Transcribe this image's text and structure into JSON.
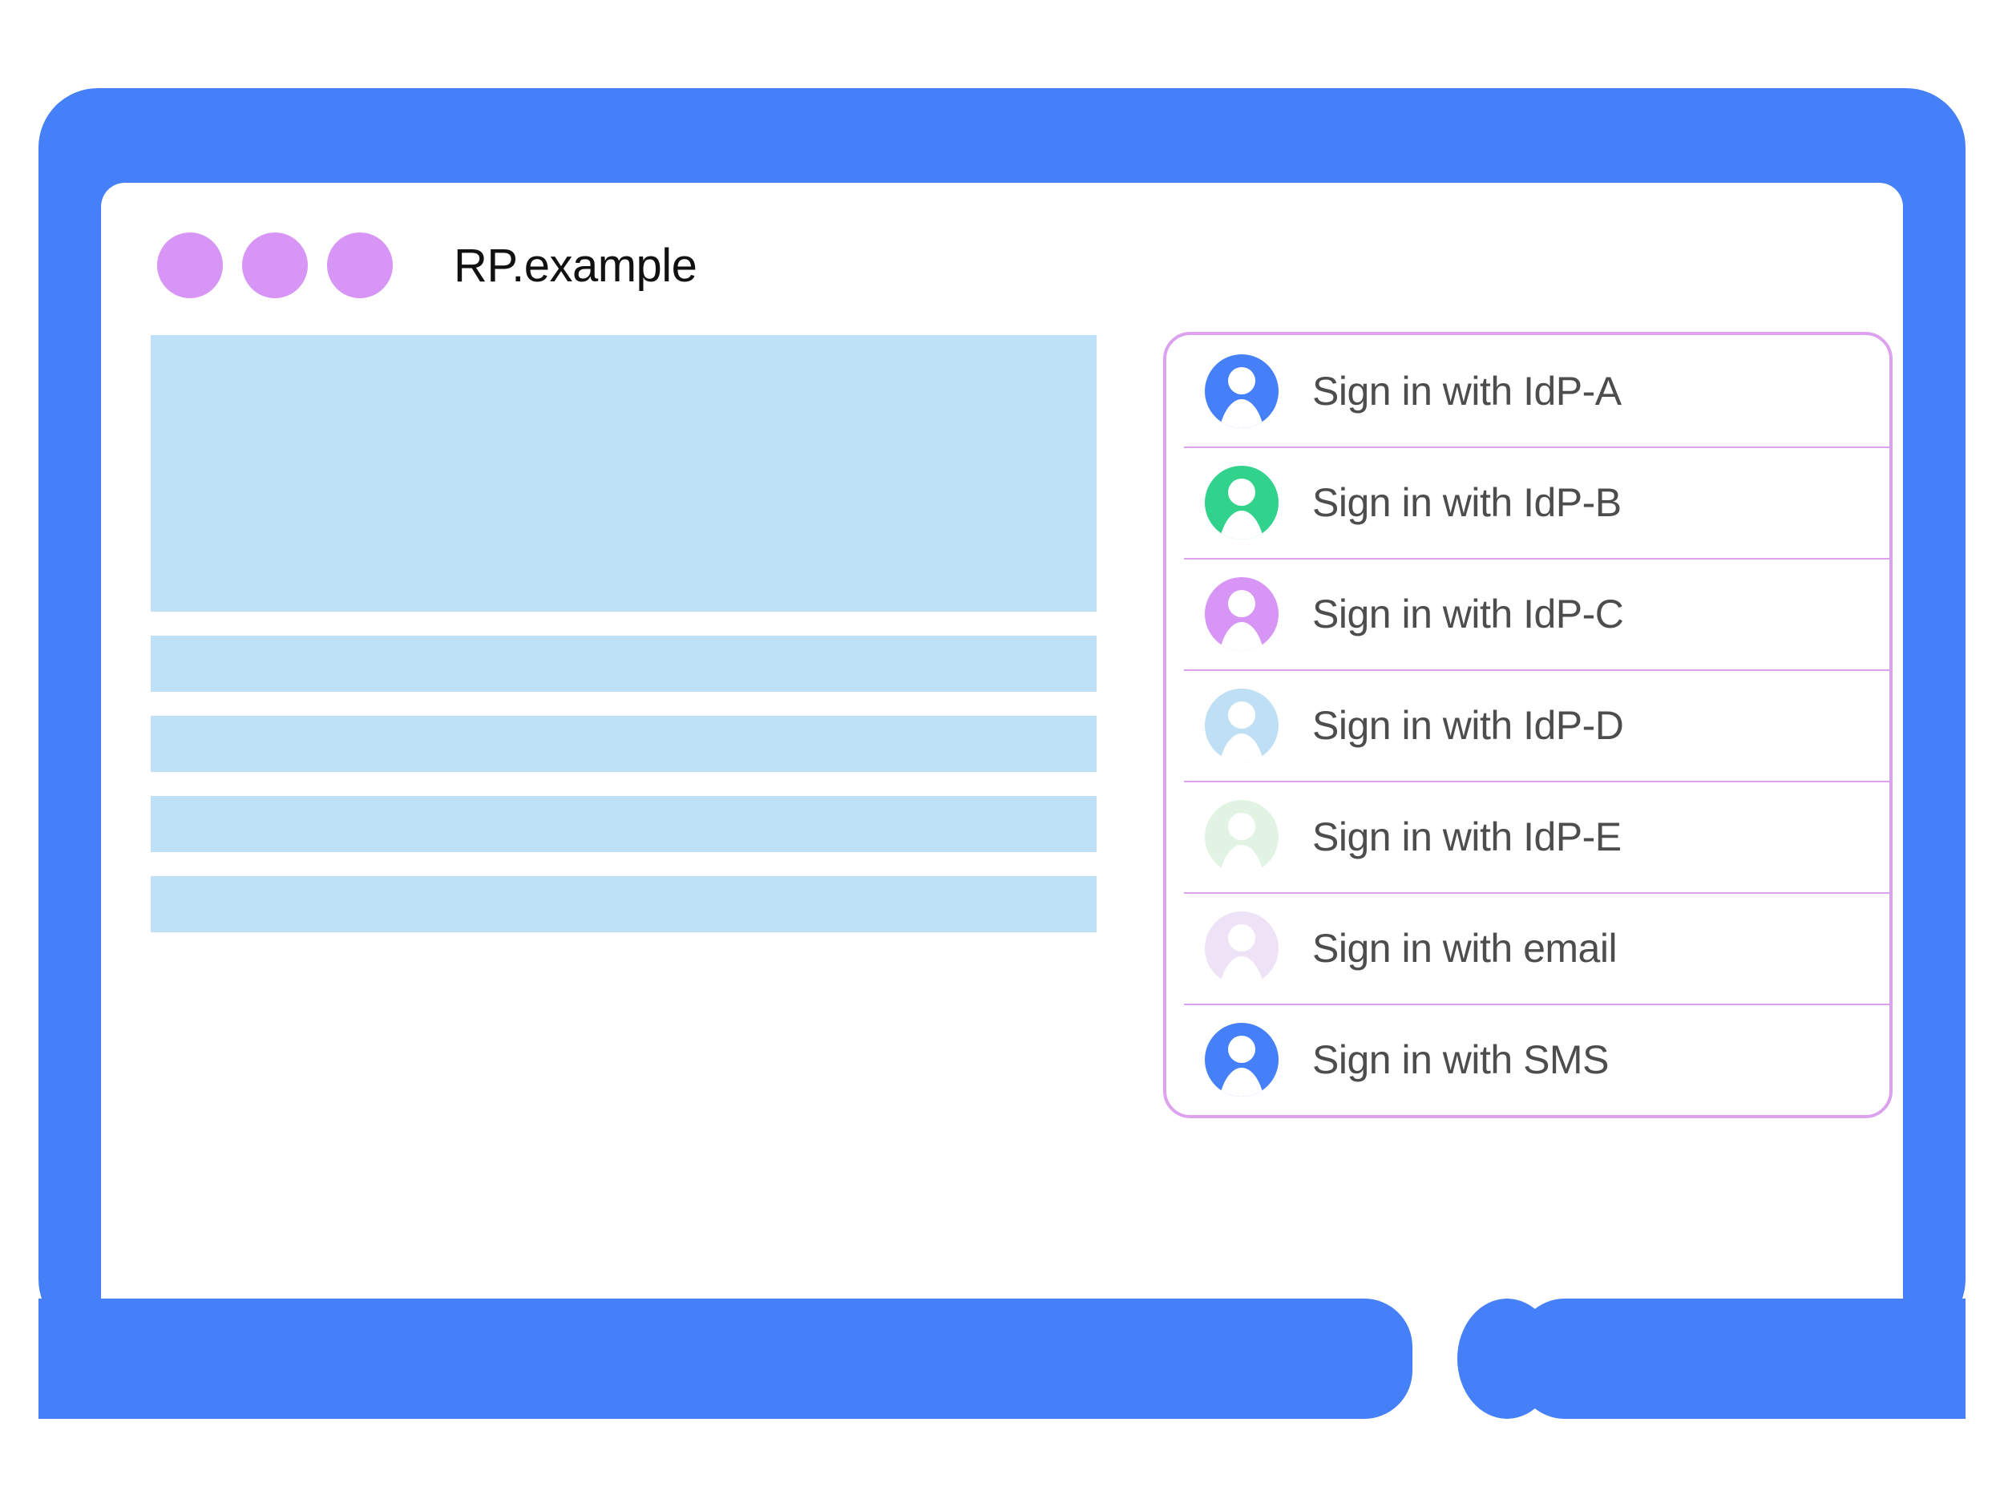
{
  "browser": {
    "site_title": "RP.example",
    "window_dots": [
      "dot-1",
      "dot-2",
      "dot-3"
    ],
    "dot_color": "#d795f5"
  },
  "device": {
    "frame_color": "#4580f8",
    "screen_background": "#ffffff",
    "home_button_name": "home-button"
  },
  "content": {
    "placeholder_color": "#bfe1f7",
    "blocks": [
      {
        "name": "hero-placeholder-block",
        "kind": "hero"
      },
      {
        "name": "text-placeholder-bar-1",
        "kind": "bar"
      },
      {
        "name": "text-placeholder-bar-2",
        "kind": "bar"
      },
      {
        "name": "text-placeholder-bar-3",
        "kind": "bar"
      },
      {
        "name": "text-placeholder-bar-4",
        "kind": "bar"
      }
    ]
  },
  "signin_panel": {
    "border_color": "#dca2ef",
    "divider_color": "#dca2ef",
    "label_color": "#4d4d4d",
    "items": [
      {
        "label": "Sign in with IdP-A",
        "icon": "account-avatar-icon",
        "avatar_color": "#4580f8"
      },
      {
        "label": "Sign in with IdP-B",
        "icon": "account-avatar-icon",
        "avatar_color": "#31d28b"
      },
      {
        "label": "Sign in with IdP-C",
        "icon": "account-avatar-icon",
        "avatar_color": "#d795f5"
      },
      {
        "label": "Sign in with IdP-D",
        "icon": "account-avatar-icon",
        "avatar_color": "#bfdff5"
      },
      {
        "label": "Sign in with IdP-E",
        "icon": "account-avatar-icon",
        "avatar_color": "#e1f4e4"
      },
      {
        "label": "Sign in with email",
        "icon": "account-avatar-icon",
        "avatar_color": "#eee2f7"
      },
      {
        "label": "Sign in with SMS",
        "icon": "account-avatar-icon",
        "avatar_color": "#4580f8"
      }
    ]
  }
}
